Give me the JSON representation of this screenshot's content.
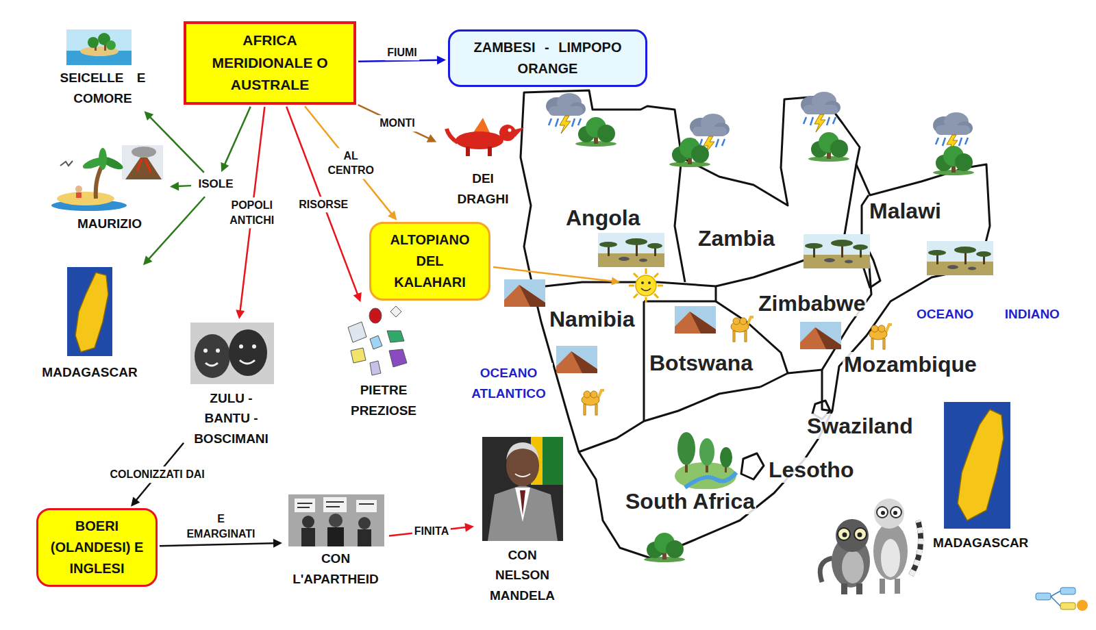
{
  "diagram": {
    "nodes": [
      {
        "text": [
          "AFRICA MERIDIONALE O AUSTRALE"
        ]
      },
      {
        "text": [
          "ZAMBESI - LIMPOPO ORANGE"
        ]
      },
      {
        "text": [
          "SEICELLE E COMORE"
        ]
      },
      {
        "text": [
          "DEI DRAGHI"
        ]
      },
      {
        "text": [
          "ISOLE"
        ]
      },
      {
        "text": [
          "MAURIZIO"
        ]
      },
      {
        "text": [
          "ALTOPIANO DEL KALAHARI"
        ]
      },
      {
        "text": [
          "MADAGASCAR"
        ]
      },
      {
        "text": [
          "ZULU - BANTU - BOSCIMANI"
        ]
      },
      {
        "text": [
          "PIETRE PREZIOSE"
        ]
      },
      {
        "text": [
          "BOERI (OLANDESI) E INGLESI"
        ]
      },
      {
        "text": [
          "CON L'APARTHEID"
        ]
      },
      {
        "text": [
          "CON NELSON MANDELA"
        ]
      }
    ],
    "edges": [
      {
        "from": 0,
        "to": 1,
        "arrow": "to",
        "label": "FIUMI"
      },
      {
        "from": 0,
        "to": 3,
        "arrow": "to",
        "label": "MONTI"
      },
      {
        "from": 0,
        "to": 6,
        "arrow": "to",
        "label": "AL CENTRO"
      },
      {
        "from": 0,
        "to": 4,
        "arrow": "to"
      },
      {
        "from": 0,
        "to": 8,
        "arrow": "to",
        "label": "POPOLI ANTICHI"
      },
      {
        "from": 0,
        "to": 9,
        "arrow": "to",
        "label": "RISORSE"
      },
      {
        "from": 4,
        "to": 2,
        "arrow": "to"
      },
      {
        "from": 4,
        "to": 5,
        "arrow": "to"
      },
      {
        "from": 4,
        "to": 7,
        "arrow": "to"
      },
      {
        "from": 8,
        "to": 10,
        "arrow": "to",
        "label": "COLONIZZATI DAI"
      },
      {
        "from": 10,
        "to": 11,
        "arrow": "to",
        "label": "E EMARGINATI"
      },
      {
        "from": 11,
        "to": 12,
        "arrow": "to",
        "label": "FINITA"
      }
    ],
    "labels": [
      "Angola",
      "Zambia",
      "Malawi",
      "Namibia",
      "Zimbabwe",
      "OCEANO INDIANO",
      "Botswana",
      "Mozambique",
      "OCEANO ATLANTICO",
      "Swaziland",
      "Lesotho",
      "South Africa",
      "MADAGASCAR"
    ]
  }
}
